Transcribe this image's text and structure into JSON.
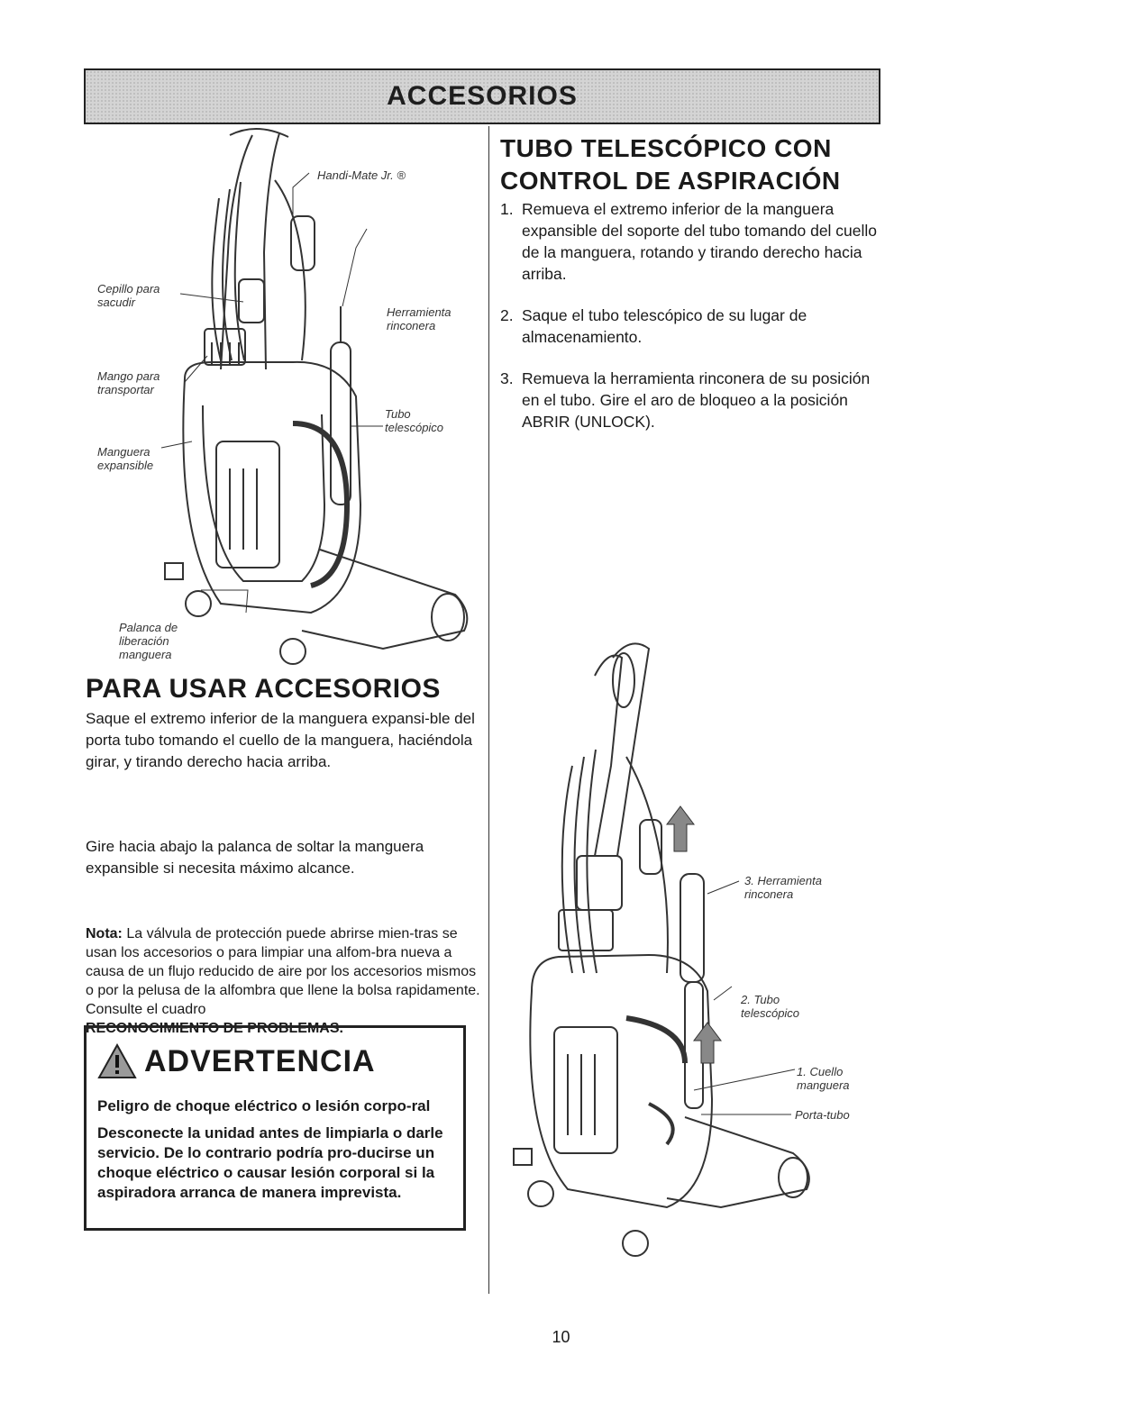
{
  "banner": {
    "title": "ACCESORIOS"
  },
  "figure1": {
    "callouts": {
      "handi_mate": "Handi-Mate Jr. ®",
      "cepillo": "Cepillo para\nsacudir",
      "herramienta": "Herramienta\nrinconera",
      "mango": "Mango para\ntransportar",
      "tubo": "Tubo\ntelescópico",
      "manguera": "Manguera\nexpansible",
      "palanca": "Palanca de\nliberación\nmanguera"
    }
  },
  "right": {
    "title": "TUBO TELESCÓPICO CON\nCONTROL DE ASPIRACIÓN",
    "steps": [
      {
        "num": "1.",
        "text": "Remueva el extremo inferior de la manguera expansible del soporte del tubo tomando del cuello de la manguera, rotando y tirando derecho hacia arriba."
      },
      {
        "num": "2.",
        "text": "Saque el tubo telescópico de su lugar de almacenamiento."
      },
      {
        "num": "3.",
        "text": "Remueva la herramienta rinconera de su posición en el tubo. Gire el aro de bloqueo a la posición ABRIR (UNLOCK)."
      }
    ]
  },
  "figure2": {
    "callouts": {
      "herramienta": "3. Herramienta\nrinconera",
      "tubo": "2. Tubo\ntelescópico",
      "cuello": "1. Cuello\nmanguera",
      "porta": "Porta-tubo"
    }
  },
  "left": {
    "title": "PARA USAR ACCESORIOS",
    "para1": "Saque el extremo inferior de la manguera expansi-ble del porta tubo tomando el cuello de la manguera, haciéndola girar, y tirando derecho hacia arriba.",
    "para2": "Gire hacia abajo la palanca de soltar la manguera expansible si necesita máximo alcance.",
    "note_label": "Nota:",
    "note_text": " La válvula de protección puede abrirse mien-tras se usan los accesorios o para limpiar una alfom-bra nueva a causa de un flujo reducido de aire por los accesorios mismos o por la pelusa de la alfombra que llene la bolsa rapidamente. Consulte el cuadro",
    "note_ref": "RECONOCIMIENTO DE PROBLEMAS."
  },
  "warning": {
    "title": "ADVERTENCIA",
    "line1": "Peligro de choque eléctrico o lesión corpo-ral",
    "line2": "Desconecte la unidad antes de limpiarla o darle servicio. De lo contrario podría pro-ducirse un choque eléctrico o causar lesión corporal si la aspiradora arranca de manera imprevista."
  },
  "page": {
    "number": "10"
  }
}
